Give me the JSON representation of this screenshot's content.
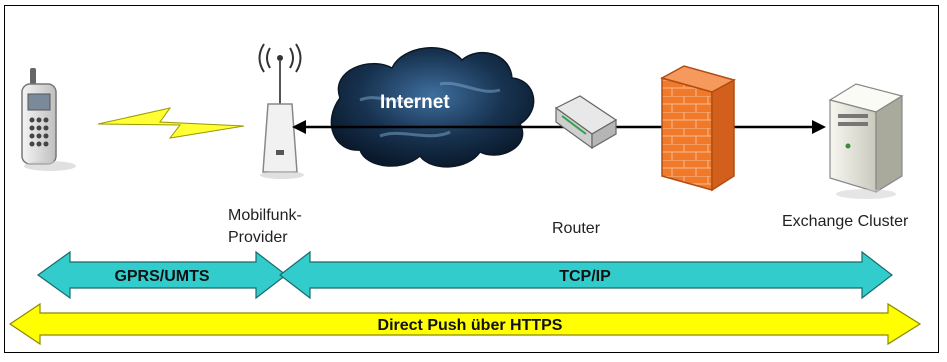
{
  "nodes": {
    "phone": {
      "icon": "mobile-phone-icon"
    },
    "antenna": {
      "icon": "antenna-tower-icon",
      "label_line1": "Mobilfunk-",
      "label_line2": "Provider"
    },
    "internet": {
      "icon": "cloud-icon",
      "label": "Internet"
    },
    "router": {
      "icon": "router-icon",
      "label": "Router"
    },
    "firewall": {
      "icon": "firewall-icon"
    },
    "server": {
      "icon": "server-icon",
      "label": "Exchange Cluster"
    }
  },
  "links": {
    "wireless": {
      "icon": "lightning-bolt-icon",
      "color": "#ffff33"
    }
  },
  "spans": {
    "gprs": {
      "label": "GPRS/UMTS",
      "color": "#33cccc"
    },
    "tcpip": {
      "label": "TCP/IP",
      "color": "#33cccc"
    },
    "push": {
      "label": "Direct Push über HTTPS",
      "color": "#ffff00"
    }
  }
}
